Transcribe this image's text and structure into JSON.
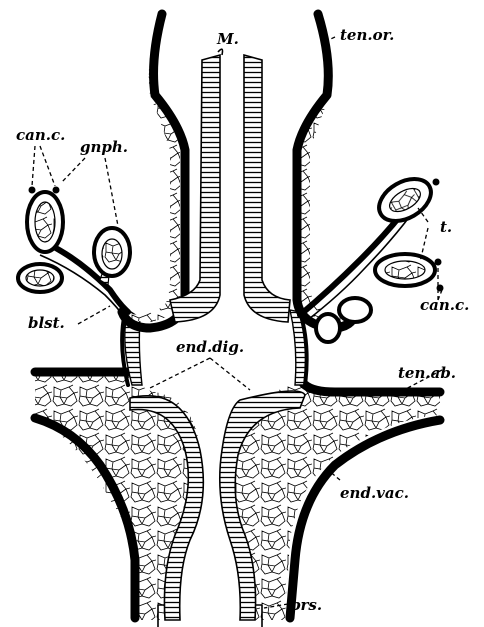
{
  "figure": {
    "labels": {
      "mouth": "M.",
      "oral_tentacle": "ten.or.",
      "canal_left": "can.c.",
      "canal_right": "can.c.",
      "gonophore": "gnph.",
      "tentacle_bud": "t.",
      "blastostyle": "blst.",
      "endoderm_digestive": "end.dig.",
      "aboral_tentacle": "ten.ab.",
      "endoderm_vacuolated": "end.vac.",
      "perisarc": "prs."
    },
    "colors": {
      "ink": "#000000",
      "paper": "#ffffff"
    }
  }
}
